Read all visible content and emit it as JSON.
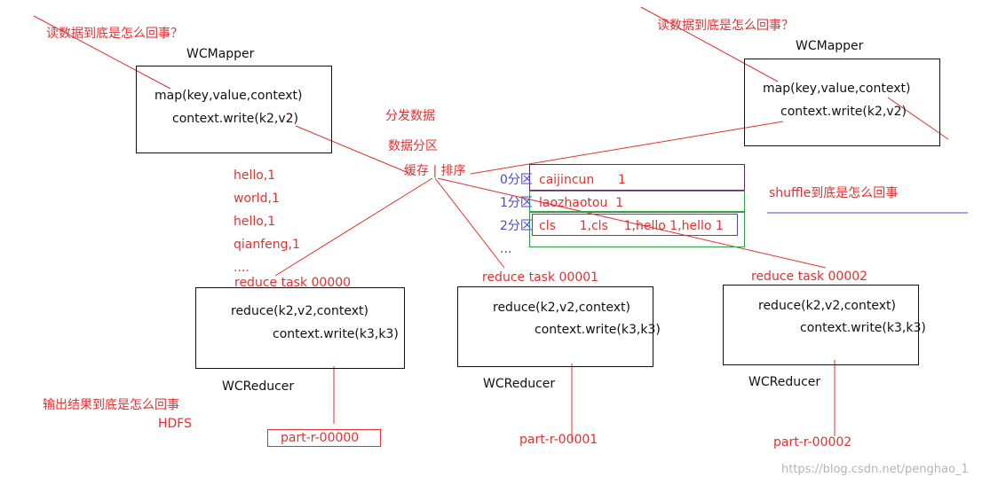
{
  "labels": {
    "read_left": "读数据到底是怎么回事？",
    "read_right": "读数据到底是怎么回事？",
    "mapper_left": "WCMapper",
    "mapper_right": "WCMapper",
    "map_sig": "map(key,value,context)",
    "context_write_k2": "context.write(k2,v2)",
    "distribute": "分发数据",
    "partition": "数据分区",
    "cache_sort": "缓存 | 排序",
    "shuffle": "shuffle到底是怎么回事",
    "reduce_sig": "reduce(k2,v2,context)",
    "context_write_k3": "context.write(k3,k3)",
    "reducer": "WCReducer",
    "output_q": "输出结果到底是怎么回事",
    "hdfs": "HDFS",
    "watermark": "https://blog.csdn.net/penghao_1"
  },
  "pairs": [
    "hello,1",
    "world,1",
    "hello,1",
    "qianfeng,1",
    "...."
  ],
  "partitions": [
    {
      "label": "0分区",
      "content": "caijincun      1"
    },
    {
      "label": "1分区",
      "content": "laozhaotou  1"
    },
    {
      "label": "2分区",
      "content": "cls      1,cls    1,hello 1,hello 1"
    }
  ],
  "partitions_more": "...",
  "reduce_tasks": [
    {
      "task": "reduce task 00000",
      "output": "part-r-00000"
    },
    {
      "task": "reduce task 00001",
      "output": "part-r-00001"
    },
    {
      "task": "reduce task 00002",
      "output": "part-r-00002"
    }
  ],
  "colors": {
    "annotation": "#e03131",
    "partition_label": "#4a4acb",
    "partition_0_border": "#5a2a6a",
    "partition_1_border": "#2f9e44",
    "partition_2_border": "#4a4acb",
    "box_border": "#111111"
  }
}
